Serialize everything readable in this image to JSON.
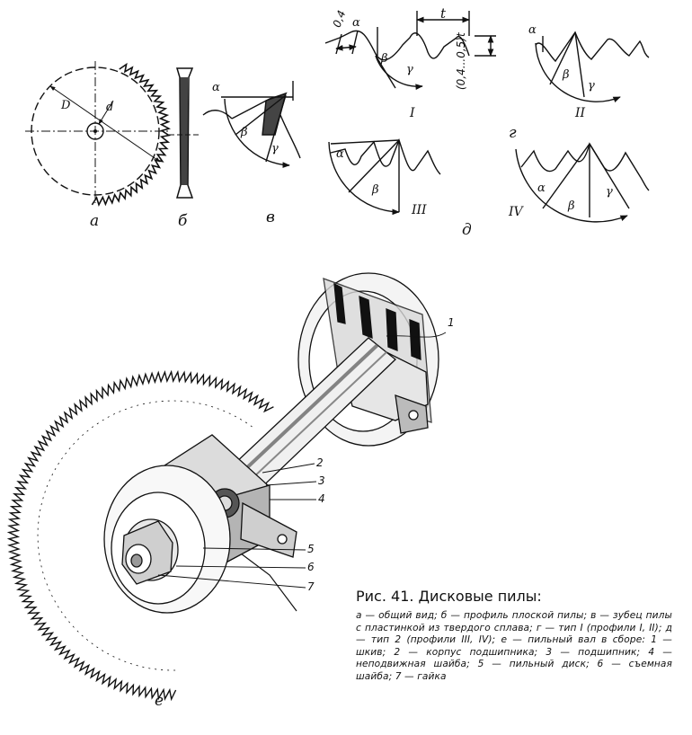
{
  "caption": {
    "title": "Рис. 41. Дисковые пилы:",
    "text": "а — общий вид; б — профиль плоской пилы; в — зубец пилы с пластинкой из твердого сплава; г — тип I (профили I, II); д — тип 2 (профили III, IV); е — пильный вал в сборе: 1 — шкив; 2 — корпус подшипника; 3 — подшипник; 4 — неподвижная шайба; 5 — пильный диск; 6 — съемная шайба; 7 — гайка"
  },
  "panel_labels": {
    "a": "а",
    "b": "б",
    "v": "в",
    "g": "г",
    "d": "д",
    "e": "е"
  },
  "dimensions": {
    "D": "D",
    "d": "d",
    "t": "t",
    "gap": "0,4",
    "depth": "(0,4...0,5)t"
  },
  "angles": {
    "alpha": "α",
    "beta": "β",
    "gamma": "γ"
  },
  "profiles": {
    "I": "I",
    "II": "II",
    "III": "III",
    "IV": "IV"
  },
  "callouts": [
    "1",
    "2",
    "3",
    "4",
    "5",
    "6",
    "7"
  ]
}
